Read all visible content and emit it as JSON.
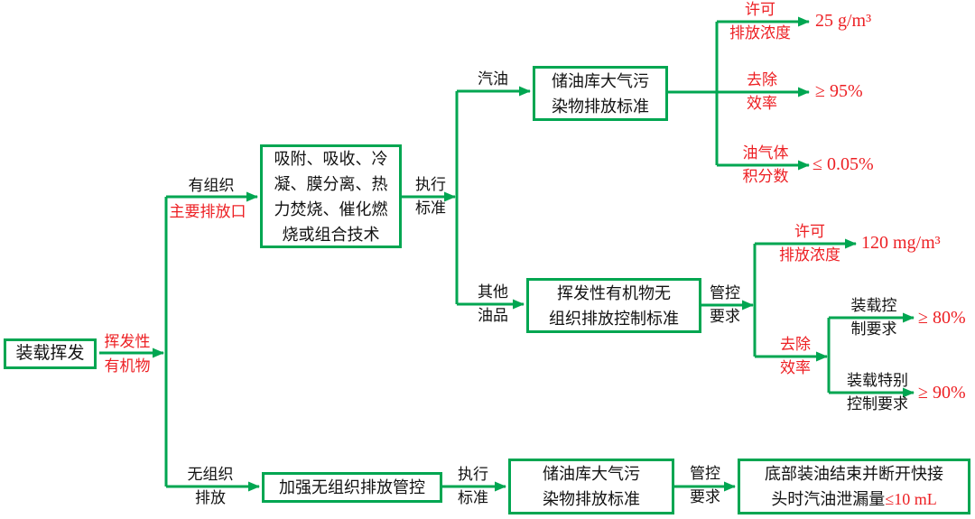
{
  "colors": {
    "green": "#00a651",
    "red": "#ed2024",
    "text": "#121212"
  },
  "root": {
    "label": "装载挥发"
  },
  "edge_labels": {
    "voc": "挥发性\n有机物",
    "organized": "有组织",
    "main_outlet": "主要排放口",
    "unorganized": "无组织\n排放",
    "exec_std_top": "执行\n标准",
    "gasoline": "汽油",
    "other_oil": "其他\n油品",
    "permit_conc_top": "许可\n排放浓度",
    "removal_eff_top": "去除\n效率",
    "oil_gas_fraction": "油气体\n积分数",
    "control_req_mid": "管控\n要求",
    "permit_conc_mid": "许可\n排放浓度",
    "removal_eff_mid": "去除\n效率",
    "loading_control": "装载控\n制要求",
    "loading_special": "装载特别\n控制要求",
    "exec_std_bottom": "执行\n标准",
    "control_req_bottom": "管控\n要求"
  },
  "boxes": {
    "tech": "吸附、吸收、冷\n凝、膜分离、热\n力焚烧、催化燃\n烧或组合技术",
    "gasoline_standard": "储油库大气污\n染物排放标准",
    "voc_standard": "挥发性有机物无\n组织排放控制标准",
    "strengthen": "加强无组织排放管控",
    "bottom_standard": "储油库大气污\n染物排放标准",
    "bottom_result_line1": "底部装油结束并断开快接",
    "bottom_result_line2_black": "头时汽油泄漏量",
    "bottom_result_line2_red": "≤10 mL"
  },
  "values": {
    "permit_conc_top": "25 g/m³",
    "removal_eff_top": "≥ 95%",
    "oil_gas_fraction": "≤ 0.05%",
    "permit_conc_mid": "120 mg/m³",
    "loading_control": "≥ 80%",
    "loading_special": "≥ 90%"
  }
}
